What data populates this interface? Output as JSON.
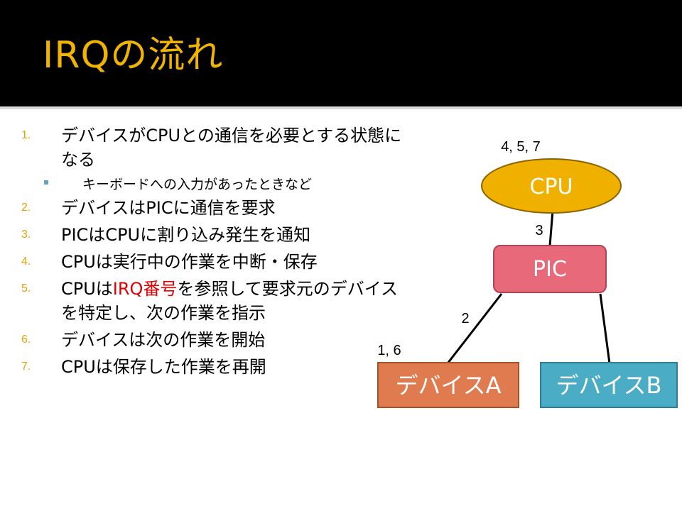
{
  "title": "IRQの流れ",
  "steps": [
    {
      "num": "1.",
      "parts": [
        {
          "text": "デバイスがCPUとの通信を必要とする状態になる"
        }
      ]
    },
    {
      "num": "2.",
      "parts": [
        {
          "text": "デバイスはPICに通信を要求"
        }
      ]
    },
    {
      "num": "3.",
      "parts": [
        {
          "text": "PICはCPUに割り込み発生を通知"
        }
      ]
    },
    {
      "num": "4.",
      "parts": [
        {
          "text": "CPUは実行中の作業を中断・保存"
        }
      ]
    },
    {
      "num": "5.",
      "parts": [
        {
          "text": "CPUは"
        },
        {
          "text": "IRQ番号",
          "highlight": true
        },
        {
          "text": "を参照して要求元のデバイスを特定し、次の作業を指示"
        }
      ]
    },
    {
      "num": "6.",
      "parts": [
        {
          "text": "デバイスは次の作業を開始"
        }
      ]
    },
    {
      "num": "7.",
      "parts": [
        {
          "text": "CPUは保存した作業を再開"
        }
      ]
    }
  ],
  "sub_item": "キーボードへの入力があったときなど",
  "diagram": {
    "nodes": {
      "cpu": {
        "label": "CPU",
        "annotation": "4, 5, 7",
        "fill": "#f0b000",
        "stroke": "#8a6500"
      },
      "pic": {
        "label": "PIC",
        "fill": "#e8697a",
        "stroke": "#b04455"
      },
      "device_a": {
        "label": "デバイスA",
        "annotation": "1, 6",
        "fill": "#e07b50",
        "stroke": "#a94f28"
      },
      "device_b": {
        "label": "デバイスB",
        "fill": "#4bacc6",
        "stroke": "#2c7f96"
      }
    },
    "edges": [
      {
        "from": "pic",
        "to": "cpu",
        "label": "3"
      },
      {
        "from": "device_a",
        "to": "pic",
        "label": "2"
      },
      {
        "from": "device_b",
        "to": "pic",
        "label": ""
      }
    ]
  },
  "colors": {
    "title": "#f0b400",
    "number": "#e8a100",
    "highlight": "#e00000",
    "bullet": "#5fa3c7",
    "header_bg": "#000000"
  }
}
